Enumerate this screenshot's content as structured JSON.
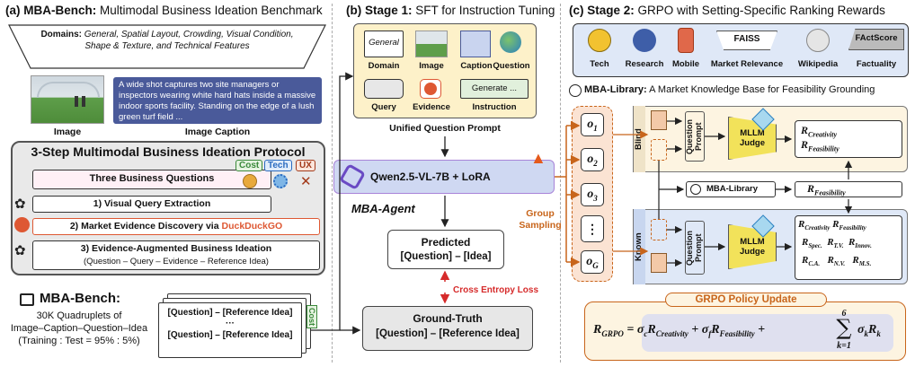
{
  "panel_a": {
    "title_bold": "(a) MBA-Bench:",
    "title_rest": "Multimodal Business Ideation Benchmark",
    "domains_label": "Domains:",
    "domains_text": "General, Spatial Layout, Crowding, Visual Condition, Shape & Texture, and Technical Features",
    "image_label": "Image",
    "caption_label": "Image Caption",
    "caption_text": "A wide shot captures two site managers or inspectors wearing white hard hats inside a massive indoor sports facility. Standing on the edge of a lush green turf field ...",
    "protocol_title": "3-Step Multimodal Business Ideation Protocol",
    "three_questions": "Three Business Questions",
    "tag_cost": "Cost",
    "tag_tech": "Tech",
    "tag_ux": "UX",
    "step1": "1) Visual Query Extraction",
    "step2_prefix": "2) Market Evidence Discovery via ",
    "step2_ddg": "DuckDuckGO",
    "step3_title": "3) Evidence-Augmented Business Ideation",
    "step3_sub": "(Question – Query – Evidence – Reference Idea)",
    "bench_name": "MBA-Bench:",
    "bench_line1": "30K Quadruplets of",
    "bench_line2": "Image–Caption–Question–Idea",
    "bench_line3": "(Training : Test = 95% : 5%)",
    "card_line1": "[Question] – [Reference Idea]",
    "card_dots": "···",
    "card_line2": "[Question] – [Reference Idea]",
    "card_tag": "Cost"
  },
  "panel_b": {
    "title_bold": "(b) Stage 1:",
    "title_rest": "SFT for Instruction Tuning",
    "cells": {
      "domain": "Domain",
      "domain_inner": "General",
      "image": "Image",
      "caption": "Caption",
      "question": "Question",
      "query": "Query",
      "evidence": "Evidence",
      "instruction": "Instruction",
      "generate": "Generate ..."
    },
    "unified": "Unified Question Prompt",
    "model": "Qwen2.5-VL-7B + LoRA",
    "agent": "MBA-Agent",
    "predicted_title": "Predicted",
    "predicted_body": "[Question] – [Idea]",
    "loss": "Cross Entropy Loss",
    "gt_title": "Ground-Truth",
    "gt_body": "[Question] – [Reference Idea]",
    "group_sampling": "Group Sampling",
    "outputs": [
      "o1",
      "o2",
      "o3",
      "⋮",
      "oG"
    ]
  },
  "panel_c": {
    "title_bold": "(c) Stage 2:",
    "title_rest": "GRPO with Setting-Specific Ranking Rewards",
    "tools": [
      "Tech",
      "Research",
      "Mobile",
      "Market Relevance",
      "Wikipedia",
      "Factuality"
    ],
    "faiss": "FAISS",
    "factscore": "FActScore",
    "library_title_bold": "MBA-Library:",
    "library_title_rest": "A Market Knowledge Base for Feasibility Grounding",
    "blind": "Blind",
    "known": "Known",
    "question_prompt": "Question Prompt",
    "judge": "MLLM Judge",
    "library_box": "MBA-Library",
    "r_creativity": "R",
    "policy_title": "GRPO Policy Update",
    "formula_sum_top": "6",
    "formula_sum_bottom": "k=1"
  },
  "colors": {
    "panel_a_bg": "#e9e9e9",
    "panel_b_yellow": "#fdf1c9",
    "panel_c_blue": "#dfe8f7",
    "orange": "#c8651b",
    "purple": "#a884d8",
    "red": "#d62b2b",
    "duck": "#de5833"
  }
}
